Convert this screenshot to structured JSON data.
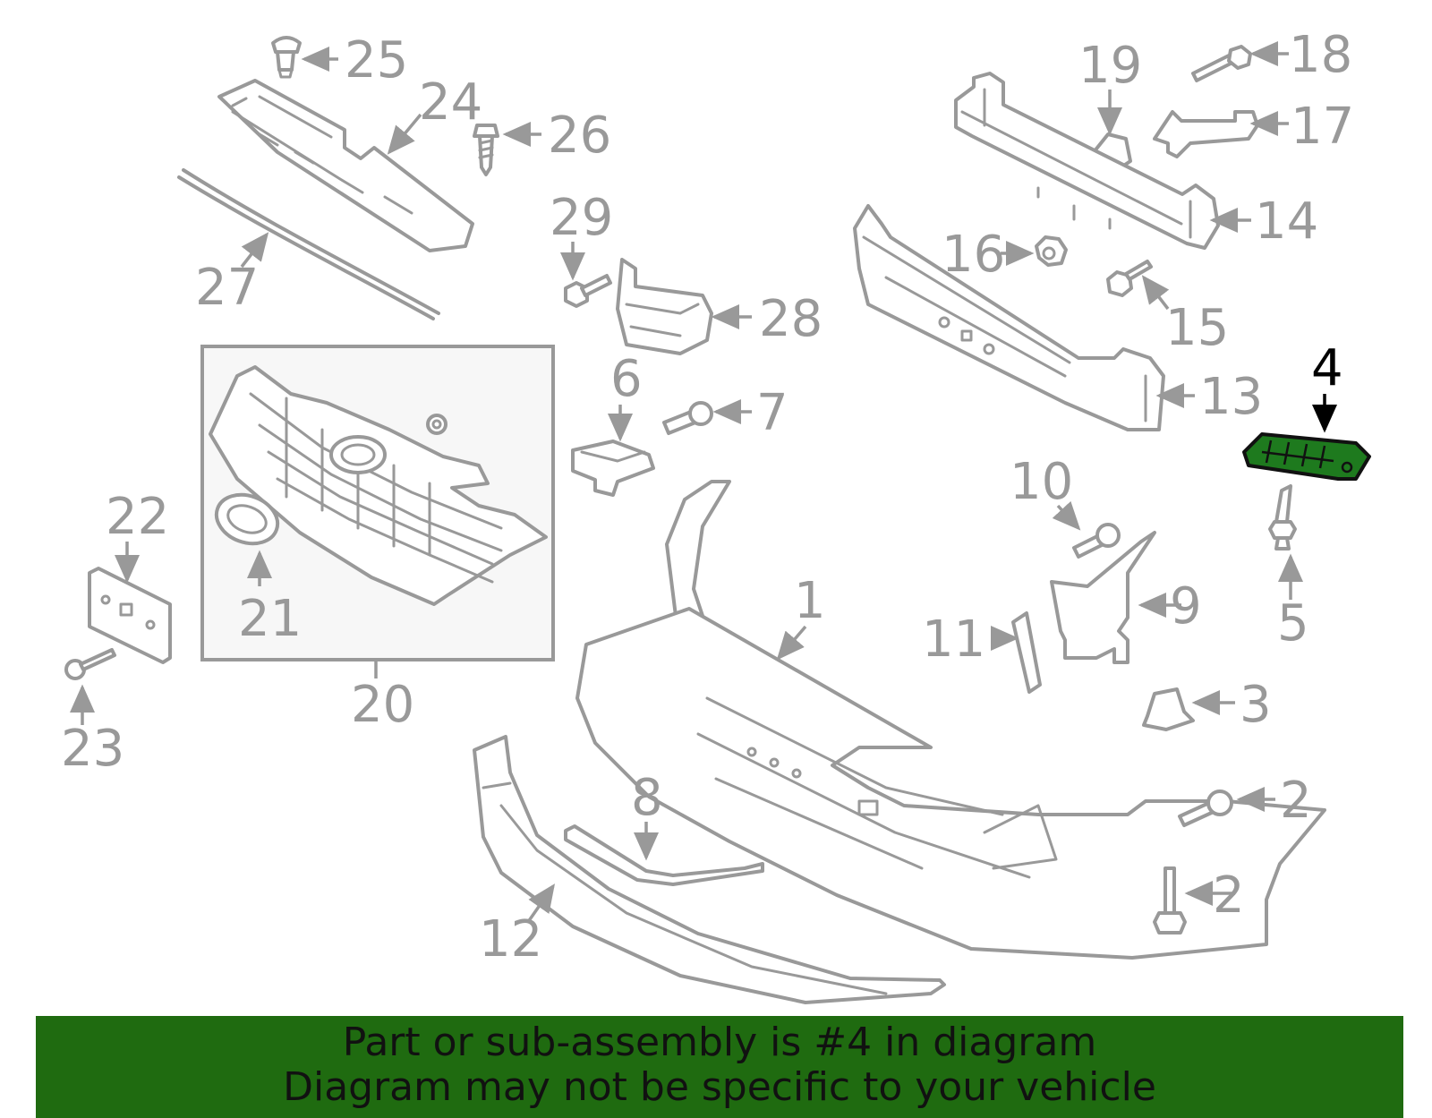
{
  "colors": {
    "part_stroke": "#999999",
    "highlight_fill": "#1e7a1e",
    "banner_bg": "#1f6b10",
    "banner_text": "#111111"
  },
  "callouts": {
    "c1": "1",
    "c2a": "2",
    "c2b": "2",
    "c3": "3",
    "c4": "4",
    "c5": "5",
    "c6": "6",
    "c7": "7",
    "c8": "8",
    "c9": "9",
    "c10": "10",
    "c11": "11",
    "c12": "12",
    "c13": "13",
    "c14": "14",
    "c15": "15",
    "c16": "16",
    "c17": "17",
    "c18": "18",
    "c19": "19",
    "c20": "20",
    "c21": "21",
    "c22": "22",
    "c23": "23",
    "c24": "24",
    "c25": "25",
    "c26": "26",
    "c27": "27",
    "c28": "28",
    "c29": "29"
  },
  "highlighted_part": "4",
  "banner": {
    "line1": "Part or sub-assembly is #4 in diagram",
    "line2": "Diagram may not be specific to your vehicle"
  }
}
